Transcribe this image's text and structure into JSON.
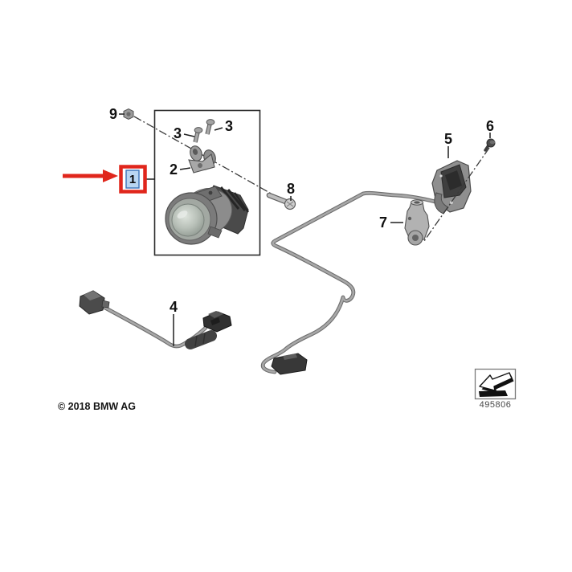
{
  "callouts": {
    "c1": "1",
    "c2": "2",
    "c3a": "3",
    "c3b": "3",
    "c4": "4",
    "c5": "5",
    "c6": "6",
    "c7": "7",
    "c8": "8",
    "c9": "9"
  },
  "parts": {
    "p1": "led-auxiliary-lamp",
    "p2": "mounting-bracket",
    "p3": "screws",
    "p4": "adapter-cable",
    "p5": "switch-housing",
    "p6": "screw",
    "p7": "clamp-holder",
    "p8": "bolt",
    "p9": "nut",
    "harness": "wiring-harness"
  },
  "footer": {
    "copyright": "© 2018 BMW AG"
  },
  "legend": {
    "sheet_number": "495806",
    "icon": "corner-arrow-icon"
  },
  "colors": {
    "highlight_red": "#e0261c",
    "selected_fill": "#b9d6f2",
    "selected_border": "#3a72b8",
    "line": "#2a2a2a",
    "cable": "#9a9a9a"
  }
}
